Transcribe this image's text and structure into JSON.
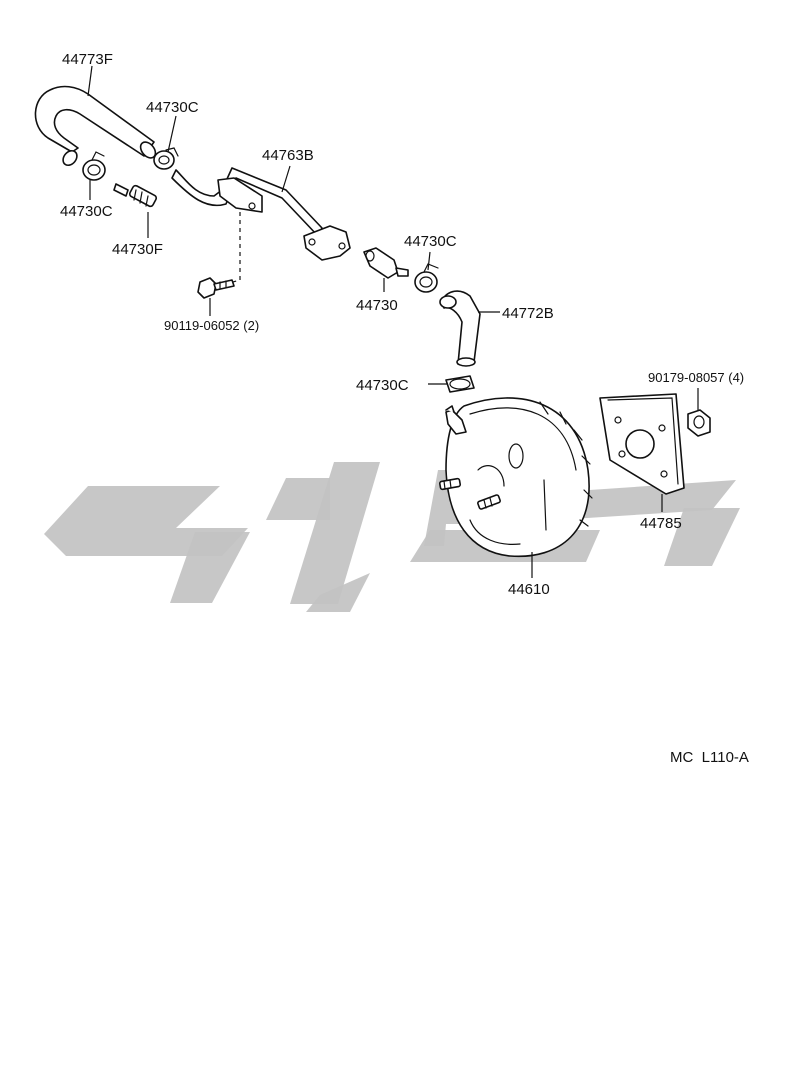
{
  "labels": {
    "hose_top_left": "44773F",
    "clamp_top": "44730C",
    "pipe": "44763B",
    "clamp_left": "44730C",
    "connector_left": "44730F",
    "bolt": "90119-06052 (2)",
    "check_valve": "44730",
    "clamp_right": "44730C",
    "hose_right": "44772B",
    "clamp_booster": "44730C",
    "nut": "90179-08057 (4)",
    "gasket": "44785",
    "booster": "44610"
  },
  "footer": {
    "diagram_code": "MC  L110-A"
  },
  "colors": {
    "line": "#111111",
    "watermark": "#c2c2c2",
    "background": "#ffffff"
  }
}
